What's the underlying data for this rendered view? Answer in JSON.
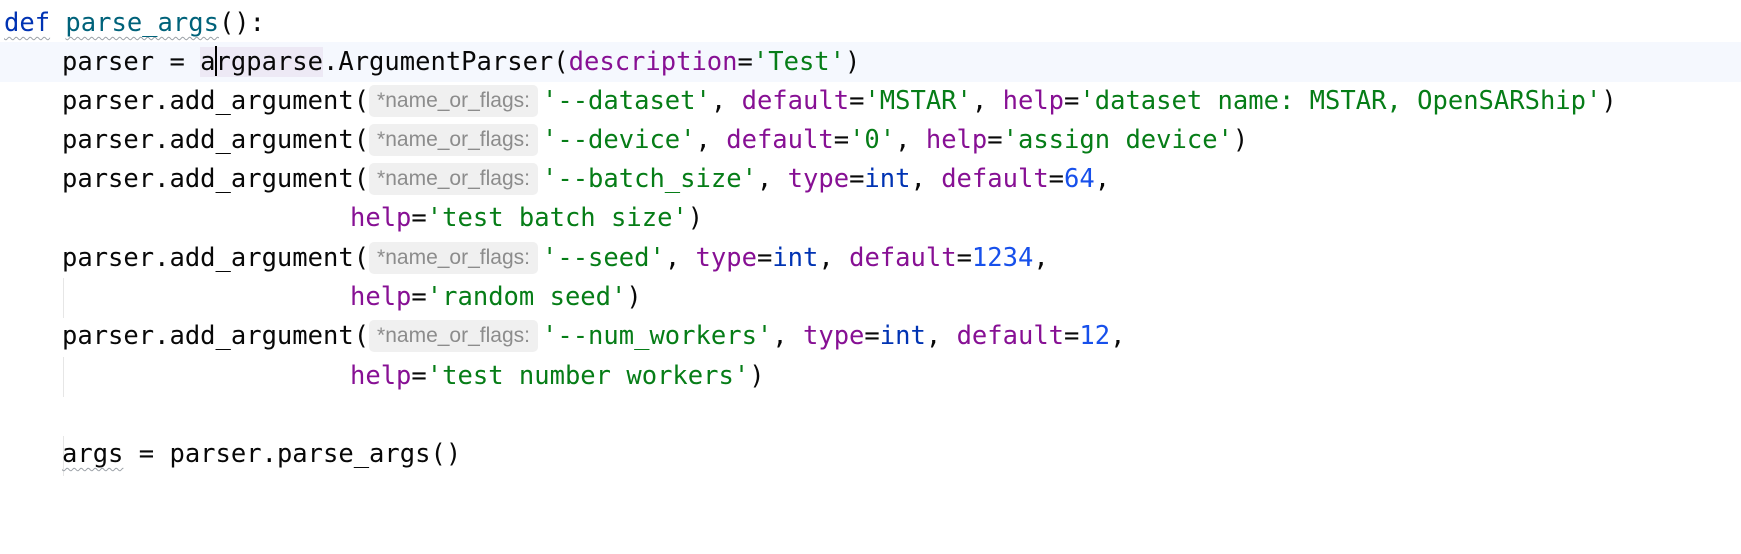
{
  "code": {
    "line1": {
      "kw_def": "def",
      "fn_name": "parse_args",
      "rest": "():"
    },
    "line2": {
      "lhs": "parser = ",
      "module_before_caret": "a",
      "module_after_caret": "rgparse",
      "call": ".ArgumentParser(",
      "kwarg": "description",
      "eq": "=",
      "str": "'Test'",
      "close": ")"
    },
    "add_argument_call": "parser.add_argument(",
    "param_hint": "*name_or_flags:",
    "line3": {
      "flag": "'--dataset'",
      "sep1": ", ",
      "kw_default": "default",
      "eq1": "=",
      "default_val": "'MSTAR'",
      "sep2": ", ",
      "kw_help": "help",
      "eq2": "=",
      "help_val": "'dataset name: MSTAR, OpenSARShip'",
      "close": ")"
    },
    "line4": {
      "flag": "'--device'",
      "sep1": ", ",
      "kw_default": "default",
      "eq1": "=",
      "default_val": "'0'",
      "sep2": ", ",
      "kw_help": "help",
      "eq2": "=",
      "help_val": "'assign device'",
      "close": ")"
    },
    "line5": {
      "flag": "'--batch_size'",
      "sep1": ", ",
      "kw_type": "type",
      "eq1": "=",
      "type_val": "int",
      "sep2": ", ",
      "kw_default": "default",
      "eq2": "=",
      "default_val": "64",
      "trail": ","
    },
    "line6": {
      "kw_help": "help",
      "eq": "=",
      "help_val": "'test batch size'",
      "close": ")"
    },
    "line7": {
      "flag": "'--seed'",
      "sep1": ", ",
      "kw_type": "type",
      "eq1": "=",
      "type_val": "int",
      "sep2": ", ",
      "kw_default": "default",
      "eq2": "=",
      "default_val": "1234",
      "trail": ","
    },
    "line8": {
      "kw_help": "help",
      "eq": "=",
      "help_val": "'random seed'",
      "close": ")"
    },
    "line9": {
      "flag": "'--num_workers'",
      "sep1": ", ",
      "kw_type": "type",
      "eq1": "=",
      "type_val": "int",
      "sep2": ", ",
      "kw_default": "default",
      "eq2": "=",
      "default_val": "12",
      "trail": ","
    },
    "line10": {
      "kw_help": "help",
      "eq": "=",
      "help_val": "'test number workers'",
      "close": ")"
    },
    "line12": {
      "var": "args",
      "rest": " = parser.parse_args()"
    }
  },
  "colors": {
    "keyword": "#0033b3",
    "function_name": "#00627a",
    "keyword_argument": "#871094",
    "string": "#067d17",
    "number": "#1750eb",
    "current_line": "#f5f8fe"
  }
}
